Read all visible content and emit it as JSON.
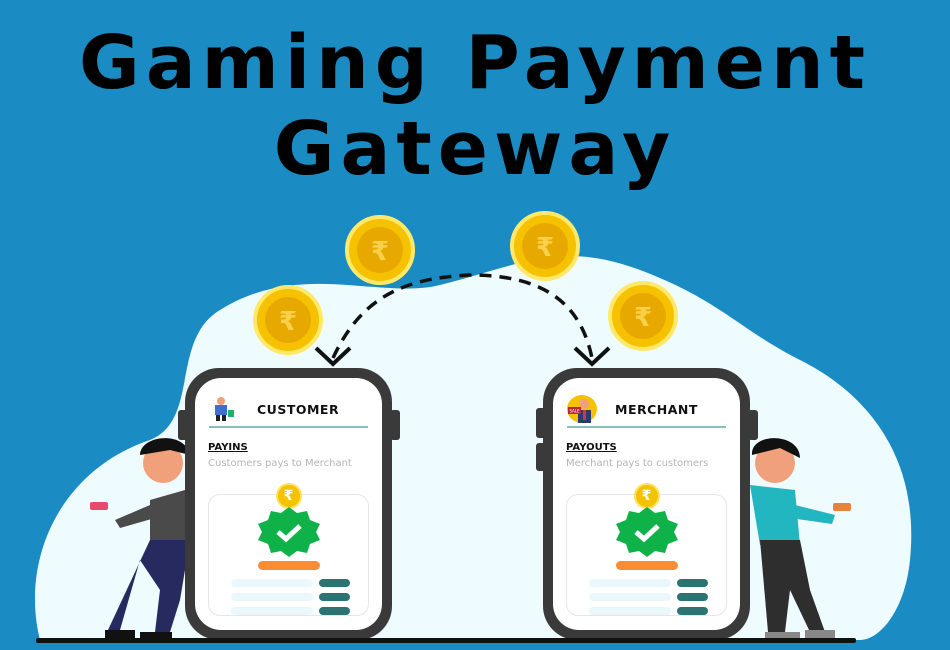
{
  "title": {
    "line1": "Gaming Payment",
    "line2": "Gateway"
  },
  "coin_symbol": "₹",
  "customer_phone": {
    "label": "CUSTOMER",
    "section": "PAYINS",
    "description": "Customers pays to Merchant"
  },
  "merchant_phone": {
    "label": "MERCHANT",
    "section": "PAYOUTS",
    "description": "Merchant pays to customers",
    "avatar_sign": "SALE"
  },
  "colors": {
    "background": "#1a8bc3",
    "blob": "#eefcff",
    "coin": "#f6c200",
    "badge": "#0fb248",
    "accent_bar": "#f78d36",
    "row_pill": "#2c7472"
  }
}
